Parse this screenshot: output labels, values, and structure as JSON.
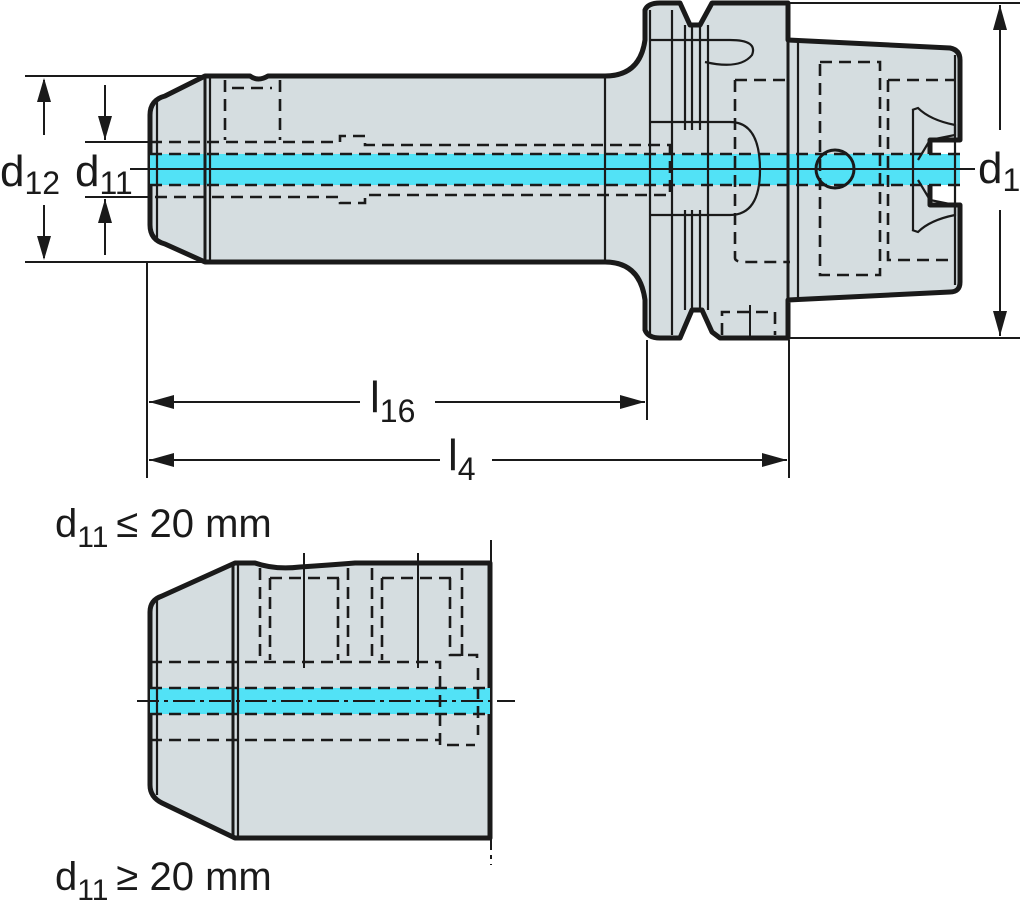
{
  "drawing": {
    "title": "Tool holder with coolant channel",
    "colors": {
      "body_fill": "#d5dde0",
      "coolant_channel": "#52e2f6",
      "outline": "#1a1a1a"
    },
    "dimensions": {
      "d12": {
        "base": "d",
        "sub": "12"
      },
      "d11": {
        "base": "d",
        "sub": "11"
      },
      "d1": {
        "base": "d",
        "sub": "1"
      },
      "l16": {
        "base": "l",
        "sub": "16"
      },
      "l4": {
        "base": "l",
        "sub": "4"
      }
    },
    "detail_views": [
      {
        "base": "d",
        "sub": "11",
        "condition": "≤ 20 mm"
      },
      {
        "base": "d",
        "sub": "11",
        "condition": "≥ 20 mm"
      }
    ]
  }
}
